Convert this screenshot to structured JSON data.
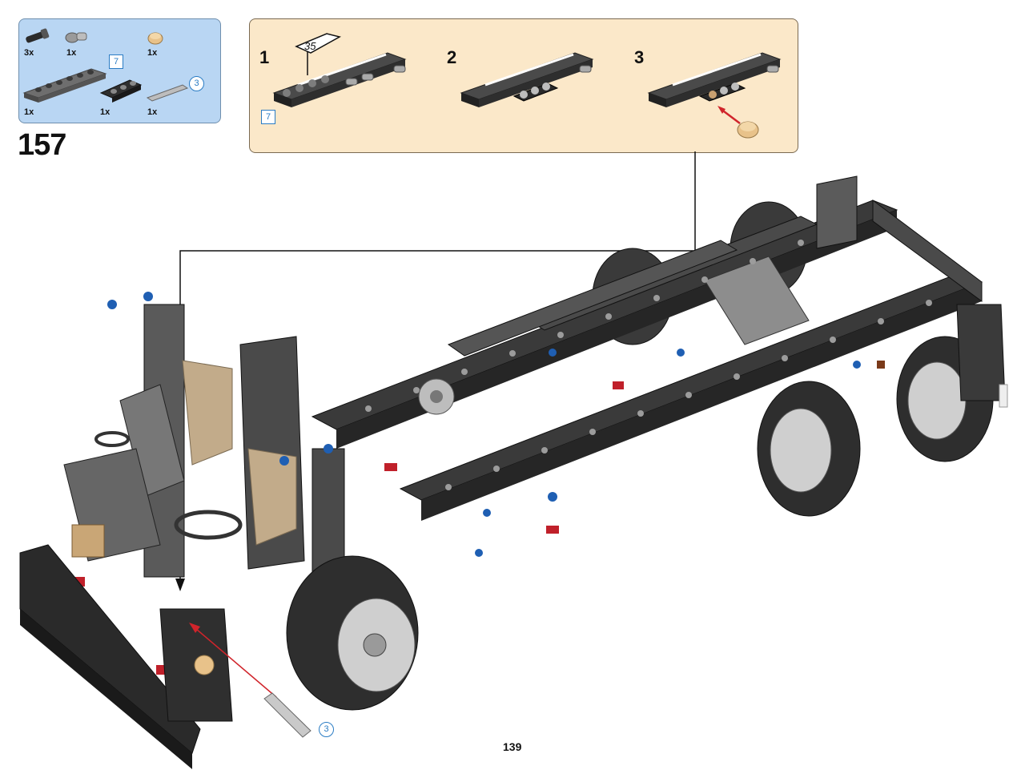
{
  "step": {
    "number": "157"
  },
  "parts_list": {
    "items": [
      {
        "qty": "3x",
        "name": "pin-with-friction"
      },
      {
        "qty": "1x",
        "name": "pin-with-bush"
      },
      {
        "qty": "1x",
        "name": "round-tan-tile"
      },
      {
        "qty": "1x",
        "name": "beam-7",
        "length": "7"
      },
      {
        "qty": "1x",
        "name": "beam-3"
      },
      {
        "qty": "1x",
        "name": "axle-3",
        "length": "3"
      }
    ]
  },
  "subassembly": {
    "steps": [
      {
        "number": "1",
        "length_callout": "7",
        "rotation_callout": "35"
      },
      {
        "number": "2"
      },
      {
        "number": "3"
      }
    ]
  },
  "main": {
    "axle_callout": "3"
  },
  "page": {
    "number": "139"
  },
  "colors": {
    "parts_bg": "#b9d6f3",
    "subassembly_bg": "#fbe8c9",
    "callout_blue": "#2a7cc4",
    "pointer_red": "#d0242b"
  }
}
